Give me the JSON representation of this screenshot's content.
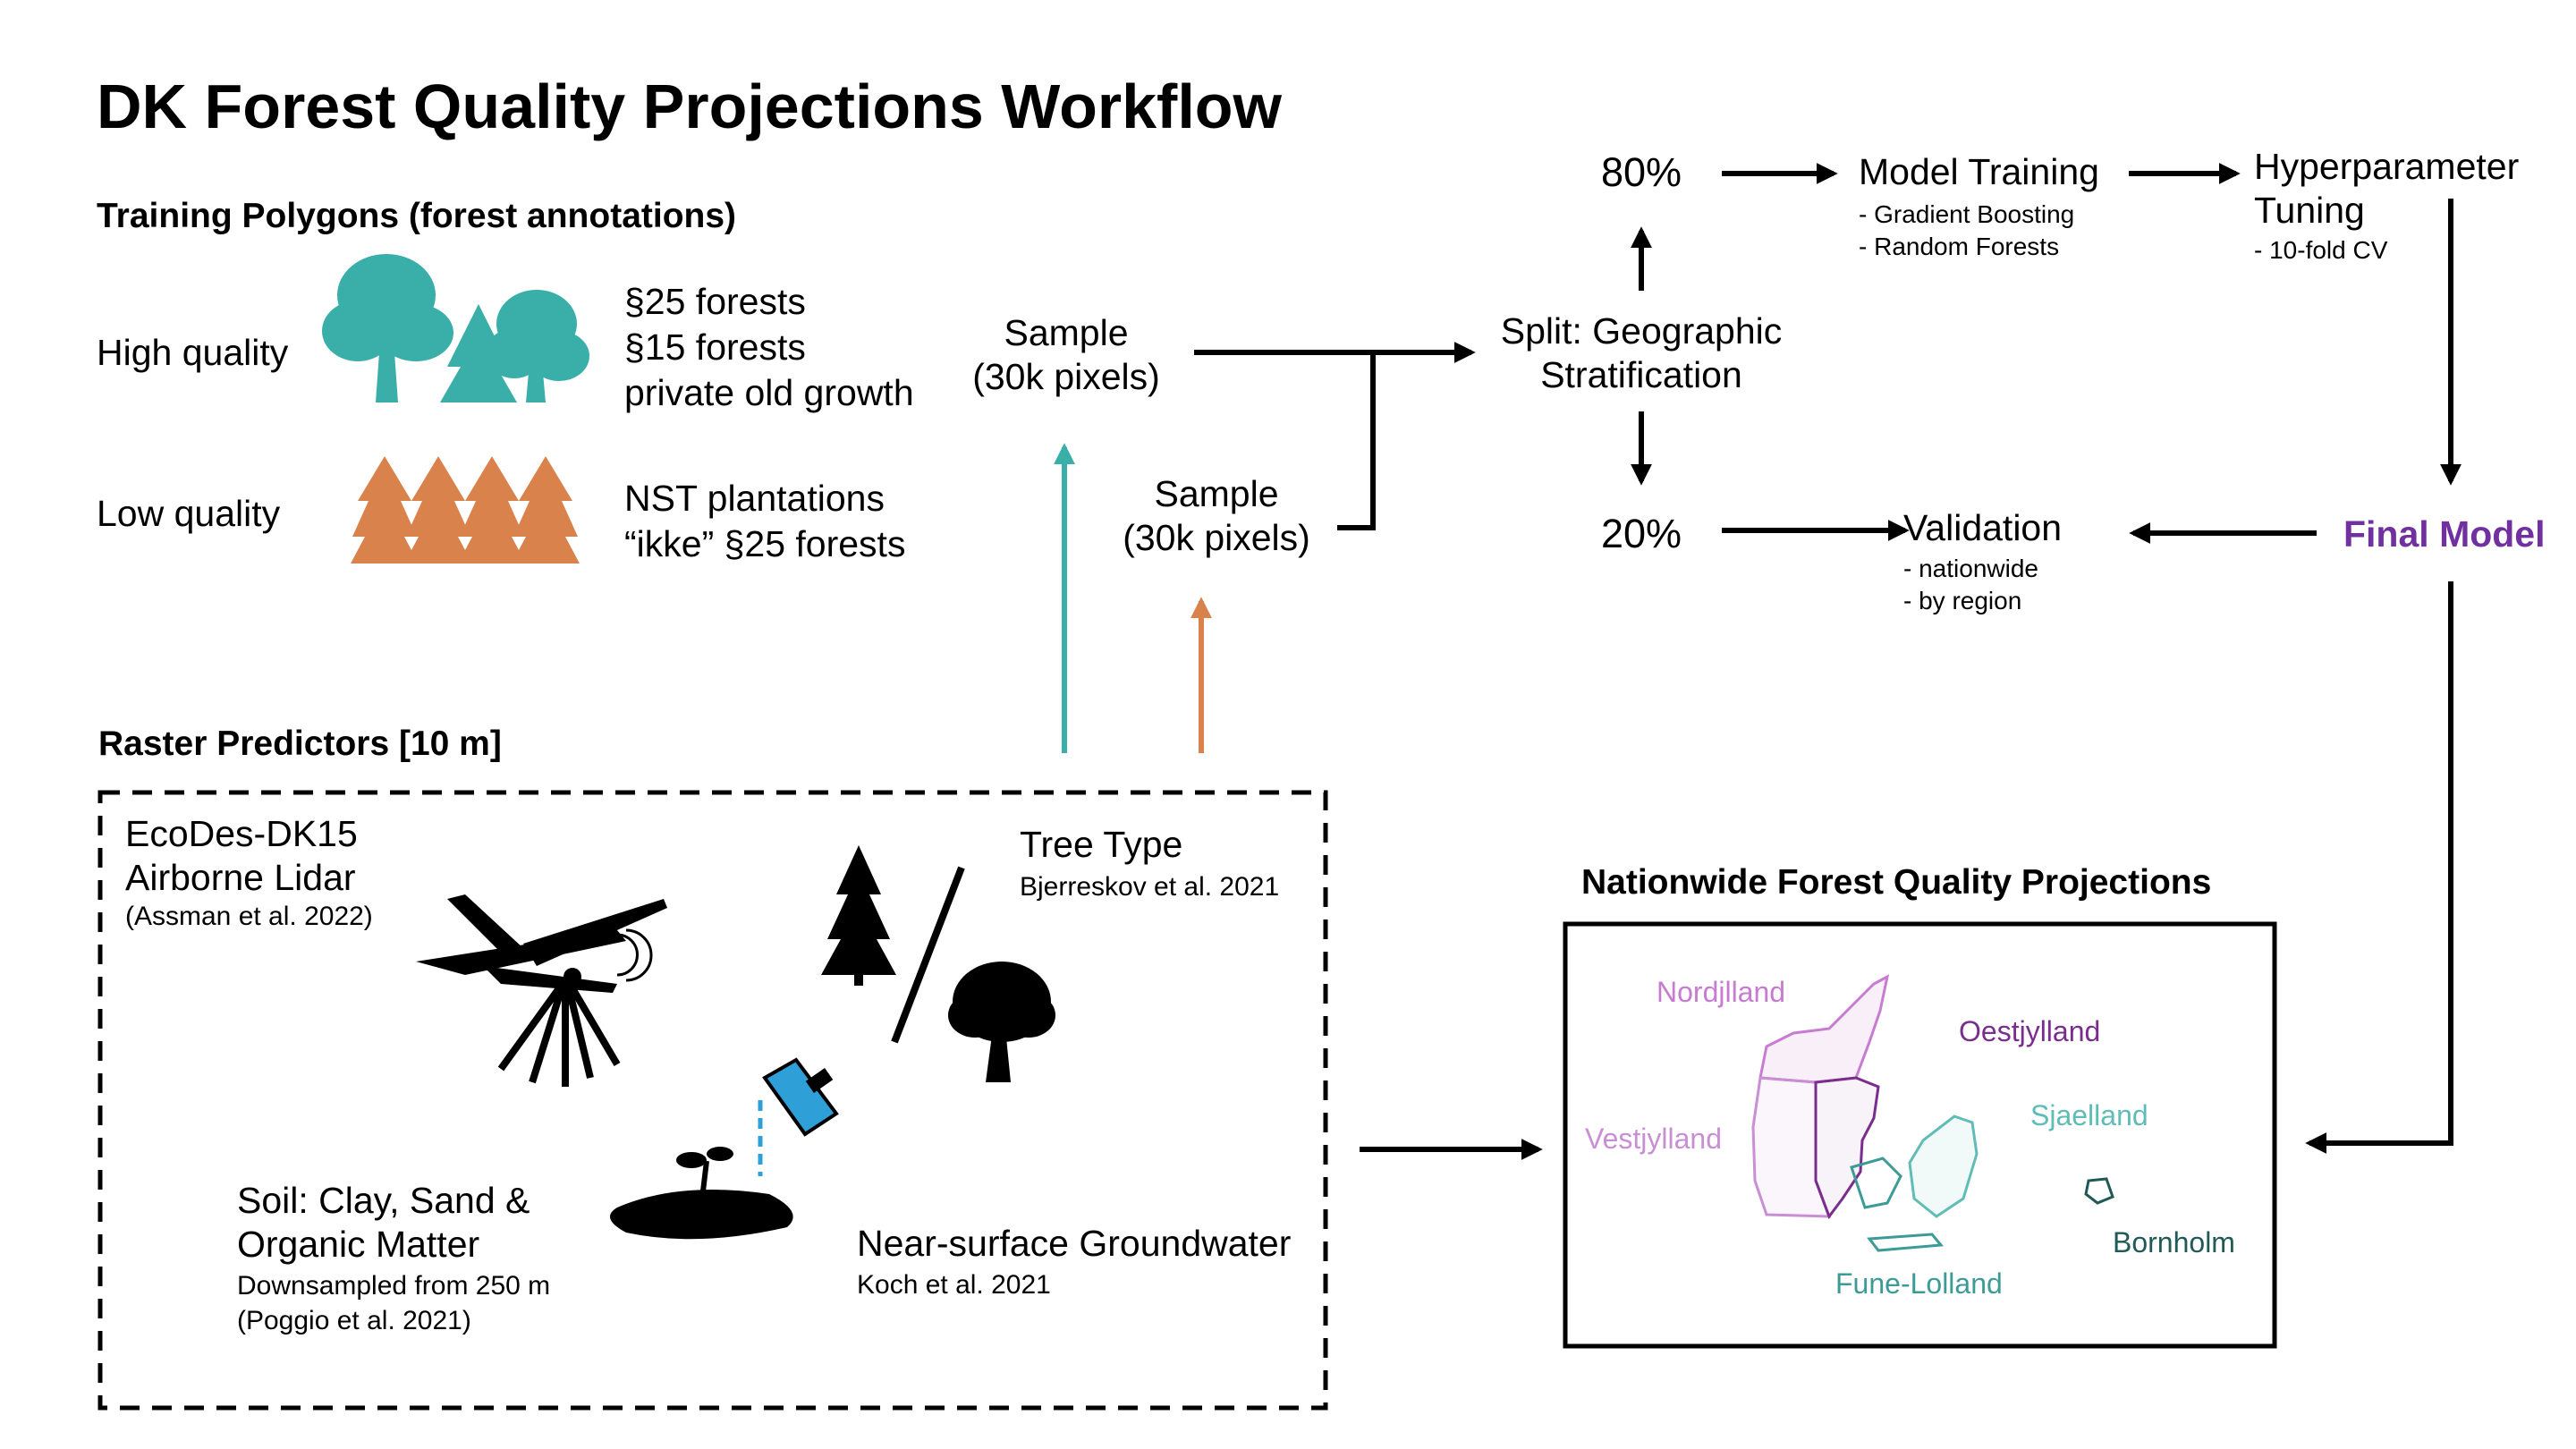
{
  "title": "DK Forest Quality Projections Workflow",
  "training": {
    "heading": "Training Polygons (forest annotations)",
    "high_label": "High quality",
    "high_items": "§25 forests\n§15 forests\nprivate old growth",
    "low_label": "Low quality",
    "low_items": "NST plantations\n“ikke” §25 forests"
  },
  "sample_high": "Sample\n(30k pixels)",
  "sample_low": "Sample\n(30k pixels)",
  "split": "Split: Geographic\nStratification",
  "pct_80": "80%",
  "pct_20": "20%",
  "model_training": {
    "title": "Model Training",
    "items": "- Gradient Boosting\n- Random Forests"
  },
  "hyper": {
    "title": "Hyperparameter\nTuning",
    "items": "- 10-fold CV"
  },
  "validation": {
    "title": "Validation",
    "items": "- nationwide\n- by region"
  },
  "final_model": "Final Model",
  "raster": {
    "heading": "Raster Predictors [10 m]",
    "lidar_title": "EcoDes-DK15\nAirborne Lidar",
    "lidar_ref": "(Assman et al. 2022)",
    "tree_title": "Tree Type",
    "tree_ref": "Bjerreskov et al. 2021",
    "soil_title": "Soil: Clay, Sand &\nOrganic Matter",
    "soil_ref": "Downsampled from 250 m\n(Poggio et al. 2021)",
    "gw_title": "Near-surface Groundwater",
    "gw_ref": "Koch et al. 2021"
  },
  "nationwide": {
    "heading": "Nationwide Forest Quality Projections",
    "regions": {
      "nordjylland": "Nordjlland",
      "oestjylland": "Oestjylland",
      "vestjylland": "Vestjylland",
      "sjaelland": "Sjaelland",
      "bornholm": "Bornholm",
      "fune_lolland": "Fune-Lolland"
    }
  },
  "colors": {
    "high": "#3aafa9",
    "low": "#d9824b",
    "final_model": "#7030a0",
    "nordjylland": "#c77bd1",
    "oestjylland": "#7b2d8e",
    "vestjylland": "#c98fd4",
    "sjaelland": "#5fbcb6",
    "bornholm": "#1f5a57",
    "fune_lolland": "#3d9b97"
  },
  "icons": {
    "high_quality": "broadleaf-trees-icon",
    "low_quality": "conifer-plantation-icon",
    "lidar": "airplane-lidar-icon",
    "tree_type": "conifer-broadleaf-icon",
    "soil": "soil-sprout-icon",
    "groundwater": "watering-can-icon",
    "map": "denmark-map-icon"
  }
}
